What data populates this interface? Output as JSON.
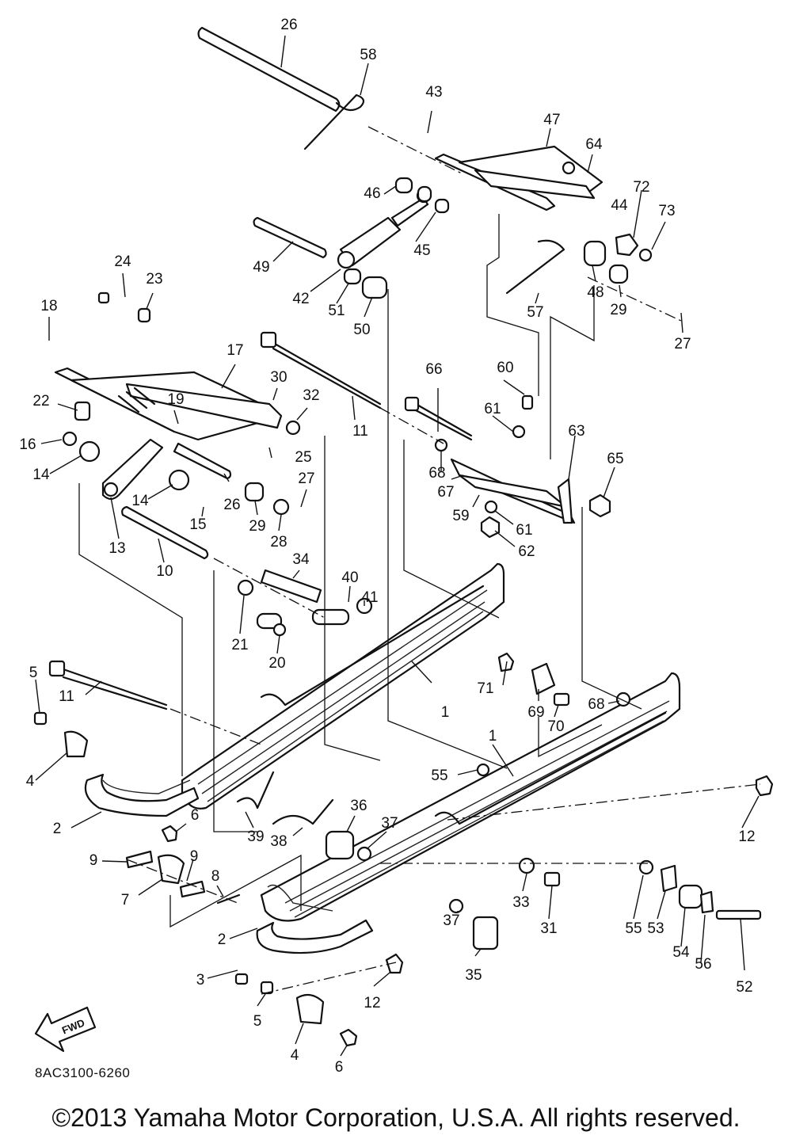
{
  "diagram_code": "8AC3100-6260",
  "fwd_marker": "FWD",
  "copyright": "©2013 Yamaha Motor Corporation, U.S.A. All rights reserved.",
  "callouts": [
    "1",
    "1",
    "2",
    "2",
    "3",
    "4",
    "4",
    "5",
    "5",
    "6",
    "6",
    "7",
    "8",
    "9",
    "9",
    "10",
    "11",
    "11",
    "12",
    "12",
    "13",
    "14",
    "14",
    "15",
    "16",
    "17",
    "18",
    "19",
    "20",
    "21",
    "22",
    "23",
    "24",
    "25",
    "26",
    "26",
    "27",
    "27",
    "28",
    "29",
    "29",
    "30",
    "31",
    "32",
    "33",
    "34",
    "35",
    "36",
    "37",
    "37",
    "38",
    "39",
    "40",
    "41",
    "42",
    "43",
    "44",
    "45",
    "46",
    "47",
    "48",
    "49",
    "50",
    "51",
    "52",
    "53",
    "54",
    "55",
    "55",
    "56",
    "57",
    "58",
    "59",
    "60",
    "61",
    "61",
    "62",
    "63",
    "64",
    "65",
    "66",
    "67",
    "68",
    "68",
    "69",
    "70",
    "71",
    "72",
    "73"
  ]
}
